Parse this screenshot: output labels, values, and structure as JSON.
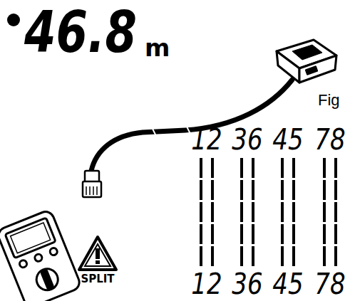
{
  "diagram": {
    "labels": [
      "46.8",
      "m",
      "Fig",
      "12",
      "36",
      "45",
      "78",
      "12",
      "36",
      "45",
      "78",
      "SPLIT"
    ]
  }
}
